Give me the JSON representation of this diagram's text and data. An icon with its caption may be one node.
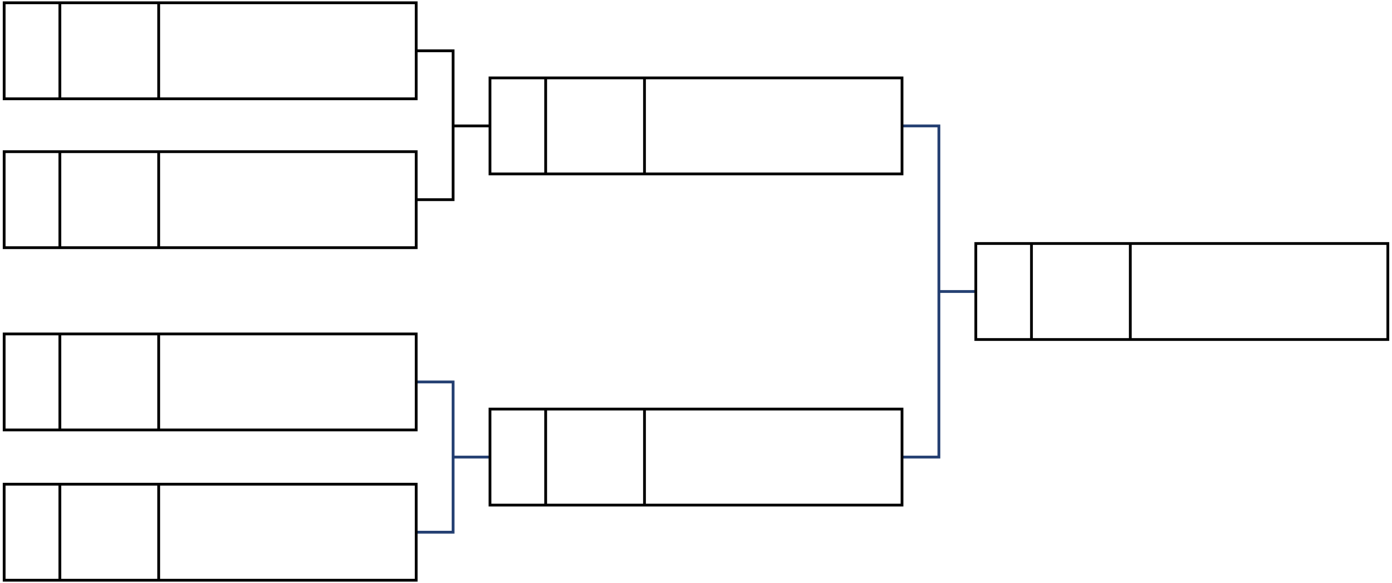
{
  "diagram": {
    "nodes": [
      {
        "text": [],
        "shape": "box"
      },
      {
        "text": [],
        "shape": "box"
      },
      {
        "text": [],
        "shape": "box"
      },
      {
        "text": [],
        "shape": "box"
      },
      {
        "text": [],
        "shape": "box"
      },
      {
        "text": [],
        "shape": "box"
      },
      {
        "text": [],
        "shape": "box"
      }
    ],
    "edges": [
      {
        "from": 0,
        "to": 4,
        "arrow": "none",
        "color": "#000000"
      },
      {
        "from": 1,
        "to": 4,
        "arrow": "none",
        "color": "#000000"
      },
      {
        "from": 2,
        "to": 5,
        "arrow": "none"
      },
      {
        "from": 3,
        "to": 5,
        "arrow": "none"
      },
      {
        "from": 4,
        "to": 6,
        "arrow": "none"
      },
      {
        "from": 5,
        "to": 6,
        "arrow": "none"
      }
    ]
  }
}
